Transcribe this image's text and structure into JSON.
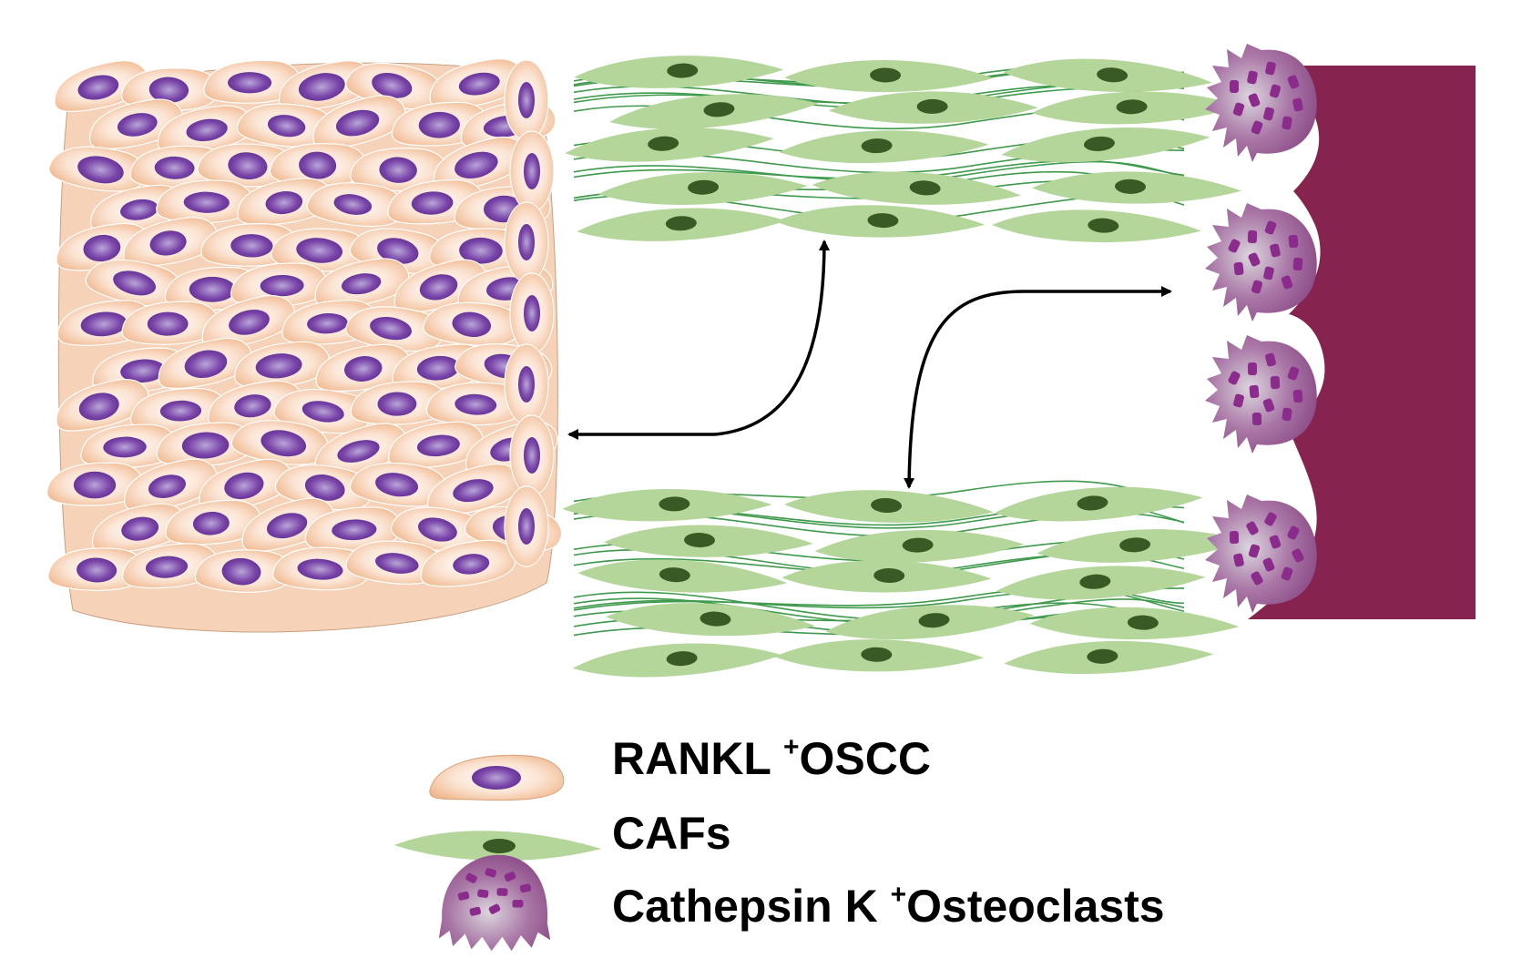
{
  "legend": {
    "oscc": {
      "label_main": "RANKL",
      "label_sup": "+",
      "label_tail": "OSCC"
    },
    "cafs": {
      "label": "CAFs"
    },
    "osteoclasts": {
      "label_main": "Cathepsin K",
      "label_sup": "+",
      "label_tail": "Osteoclasts"
    }
  },
  "colors": {
    "oscc_cell": "#f0b88e",
    "oscc_nucleus": "#6a2f9a",
    "caf_cell": "#b4d69a",
    "caf_nucleus": "#3a5a25",
    "caf_fiber": "#3f9a4c",
    "osteoclast": "#9a5a94",
    "osteoclast_nucleus": "#8b2b8b",
    "bone": "#86234f",
    "arrow": "#000000"
  }
}
